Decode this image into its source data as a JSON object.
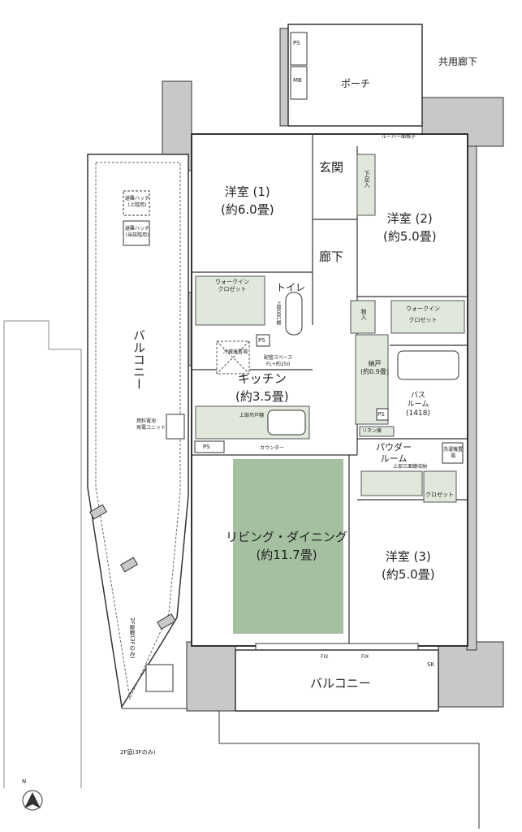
{
  "colors": {
    "wall": "#c8c8c8",
    "storage": "#dfe8da",
    "living": "#a4c0a0",
    "line": "#333333"
  },
  "rooms": {
    "western1": {
      "name": "洋室 (1)",
      "size": "(約6.0畳)"
    },
    "western2": {
      "name": "洋室 (2)",
      "size": "(約5.0畳)"
    },
    "western3": {
      "name": "洋室 (3)",
      "size": "(約5.0畳)"
    },
    "kitchen": {
      "name": "キッチン",
      "size": "(約3.5畳)"
    },
    "living": {
      "name": "リビング・ダイニング",
      "size": "(約11.7畳)"
    },
    "hallway": "廊下",
    "entrance": "玄関",
    "toilet": "トイレ",
    "porch": "ポーチ",
    "common_corridor": "共用廊下",
    "bath": {
      "name": "バス",
      "name2": "ルーム",
      "size": "(1418)"
    },
    "powder": {
      "name": "パウダー",
      "name2": "ルーム"
    },
    "storeroom": {
      "name": "納戸",
      "size": "(約0.9畳)"
    },
    "balcony_side": "バルコニー",
    "balcony_south": "バルコニー"
  },
  "labels": {
    "ps": "PS",
    "mb": "MB",
    "sk": "SK",
    "wic": "ウォークイン",
    "wic2": "クロゼット",
    "closet": "クロゼット",
    "shoe": "下足入",
    "storage": "物入",
    "linen": "リネン庫",
    "louver": "ルーバー面格子",
    "fridge": "冷蔵庫置場",
    "pipe": "配管スペース",
    "pipe2": "FL+約250",
    "upper_cab": "上部吊戸棚",
    "upper_cab_toilet": "上部吊戸棚",
    "counter": "カウンター",
    "fuel_cell": "燃料電池",
    "fuel_cell2": "発電ユニット",
    "hatch1": "避難ハッチ",
    "hatch1b": "(上階用)",
    "hatch2": "避難ハッチ",
    "hatch2b": "(当該階用)",
    "mirror": "上部三面鏡収納",
    "washer": "洗濯機置場",
    "fix1": "FIX",
    "fix2": "FIX",
    "roof": "2F屋根(3Fのみ)",
    "garden": "2F庭(3Fのみ)",
    "north": "N"
  }
}
